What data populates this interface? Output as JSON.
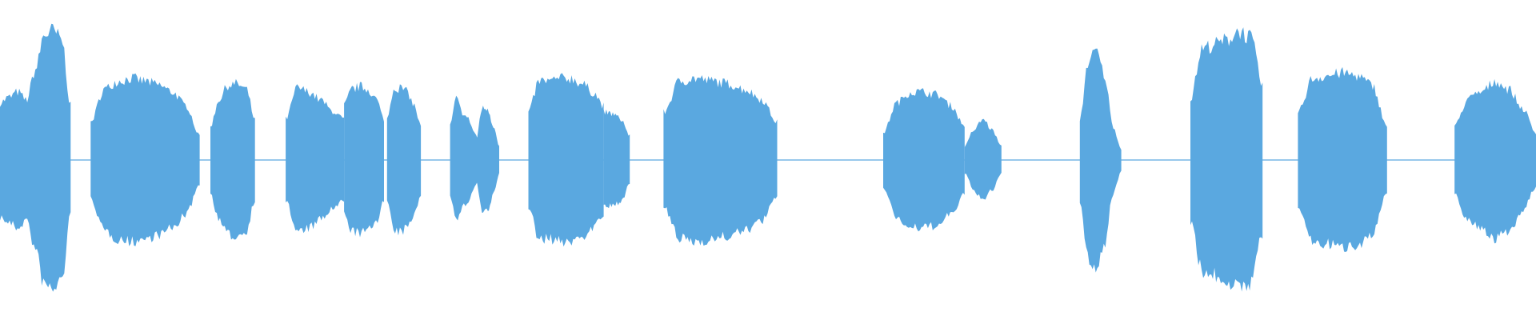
{
  "waveform": {
    "color": "#5aa8e0",
    "background": "#ffffff",
    "segments": [
      {
        "start": 0.0,
        "end": 0.046,
        "env": [
          0.42,
          0.46,
          0.5,
          0.44,
          0.66,
          0.92,
          0.95,
          0.88,
          0.4
        ]
      },
      {
        "start": 0.059,
        "end": 0.13,
        "env": [
          0.28,
          0.52,
          0.58,
          0.6,
          0.58,
          0.55,
          0.5,
          0.4,
          0.18
        ]
      },
      {
        "start": 0.137,
        "end": 0.166,
        "env": [
          0.25,
          0.45,
          0.55,
          0.56,
          0.52,
          0.3
        ]
      },
      {
        "start": 0.186,
        "end": 0.224,
        "env": [
          0.3,
          0.53,
          0.5,
          0.44,
          0.36,
          0.3
        ]
      },
      {
        "start": 0.224,
        "end": 0.25,
        "env": [
          0.4,
          0.52,
          0.54,
          0.52,
          0.45,
          0.3
        ]
      },
      {
        "start": 0.252,
        "end": 0.274,
        "env": [
          0.3,
          0.53,
          0.53,
          0.5,
          0.4,
          0.25
        ]
      },
      {
        "start": 0.293,
        "end": 0.313,
        "env": [
          0.25,
          0.45,
          0.35,
          0.3,
          0.2,
          0.1
        ]
      },
      {
        "start": 0.31,
        "end": 0.325,
        "env": [
          0.15,
          0.38,
          0.38,
          0.25,
          0.1
        ]
      },
      {
        "start": 0.344,
        "end": 0.393,
        "env": [
          0.35,
          0.58,
          0.58,
          0.6,
          0.6,
          0.56,
          0.5,
          0.4
        ]
      },
      {
        "start": 0.393,
        "end": 0.41,
        "env": [
          0.35,
          0.34,
          0.3,
          0.18
        ]
      },
      {
        "start": 0.432,
        "end": 0.506,
        "env": [
          0.35,
          0.58,
          0.6,
          0.58,
          0.56,
          0.52,
          0.45,
          0.28
        ]
      },
      {
        "start": 0.575,
        "end": 0.628,
        "env": [
          0.2,
          0.42,
          0.5,
          0.5,
          0.48,
          0.4,
          0.25
        ]
      },
      {
        "start": 0.628,
        "end": 0.652,
        "env": [
          0.1,
          0.22,
          0.3,
          0.22,
          0.1
        ]
      },
      {
        "start": 0.703,
        "end": 0.73,
        "env": [
          0.3,
          0.72,
          0.8,
          0.62,
          0.25,
          0.08
        ]
      },
      {
        "start": 0.775,
        "end": 0.822,
        "env": [
          0.45,
          0.82,
          0.85,
          0.88,
          0.95,
          0.9,
          0.55
        ]
      },
      {
        "start": 0.845,
        "end": 0.903,
        "env": [
          0.35,
          0.6,
          0.62,
          0.64,
          0.62,
          0.55,
          0.25
        ]
      },
      {
        "start": 0.947,
        "end": 1.0,
        "env": [
          0.25,
          0.45,
          0.5,
          0.58,
          0.52,
          0.38,
          0.2
        ]
      }
    ]
  }
}
